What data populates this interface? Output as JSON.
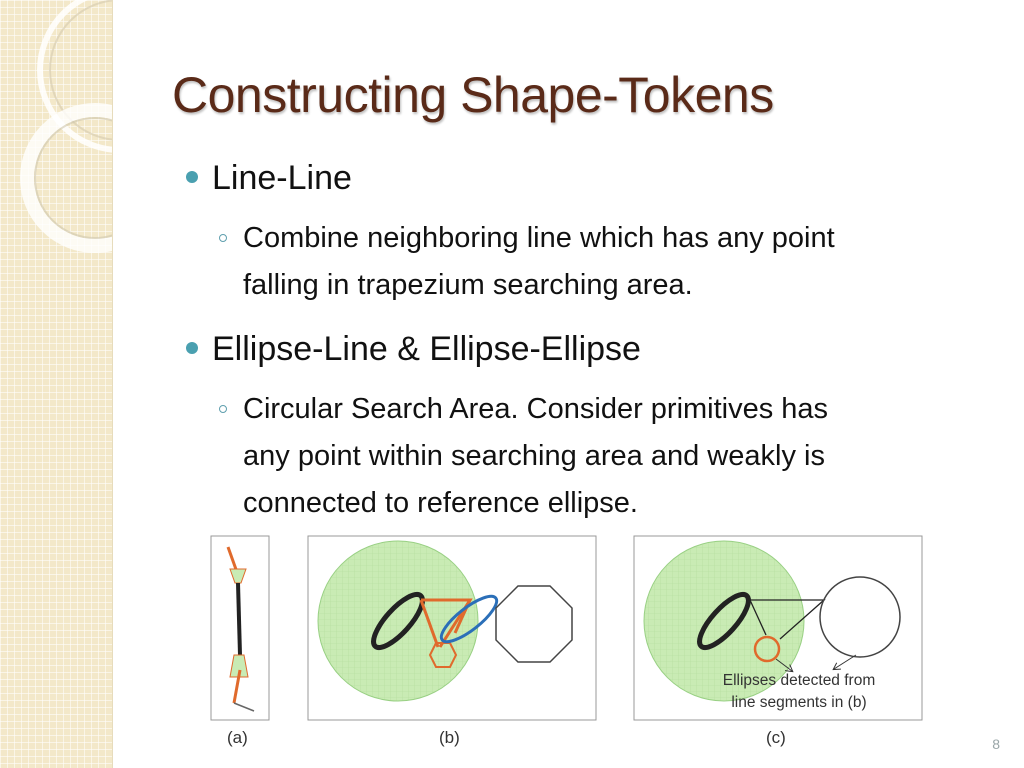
{
  "slide": {
    "title": "Constructing Shape-Tokens",
    "page_number": "8"
  },
  "bullets": [
    {
      "text": "Line-Line",
      "sub": [
        "Combine neighboring line which has any point",
        "falling in trapezium searching area."
      ]
    },
    {
      "text": "Ellipse-Line & Ellipse-Ellipse",
      "sub": [
        "Circular Search Area. Consider primitives has",
        "any point within searching area and weakly is",
        "connected to reference ellipse."
      ]
    }
  ],
  "figure": {
    "labels": [
      "(a)",
      "(b)",
      "(c)"
    ],
    "annotation": [
      "Ellipses detected from",
      "line segments in (b)"
    ],
    "colors": {
      "search_area": "#c9ebb4",
      "orange": "#e06a2c",
      "blue": "#2b6fb8",
      "dark": "#222222"
    }
  }
}
